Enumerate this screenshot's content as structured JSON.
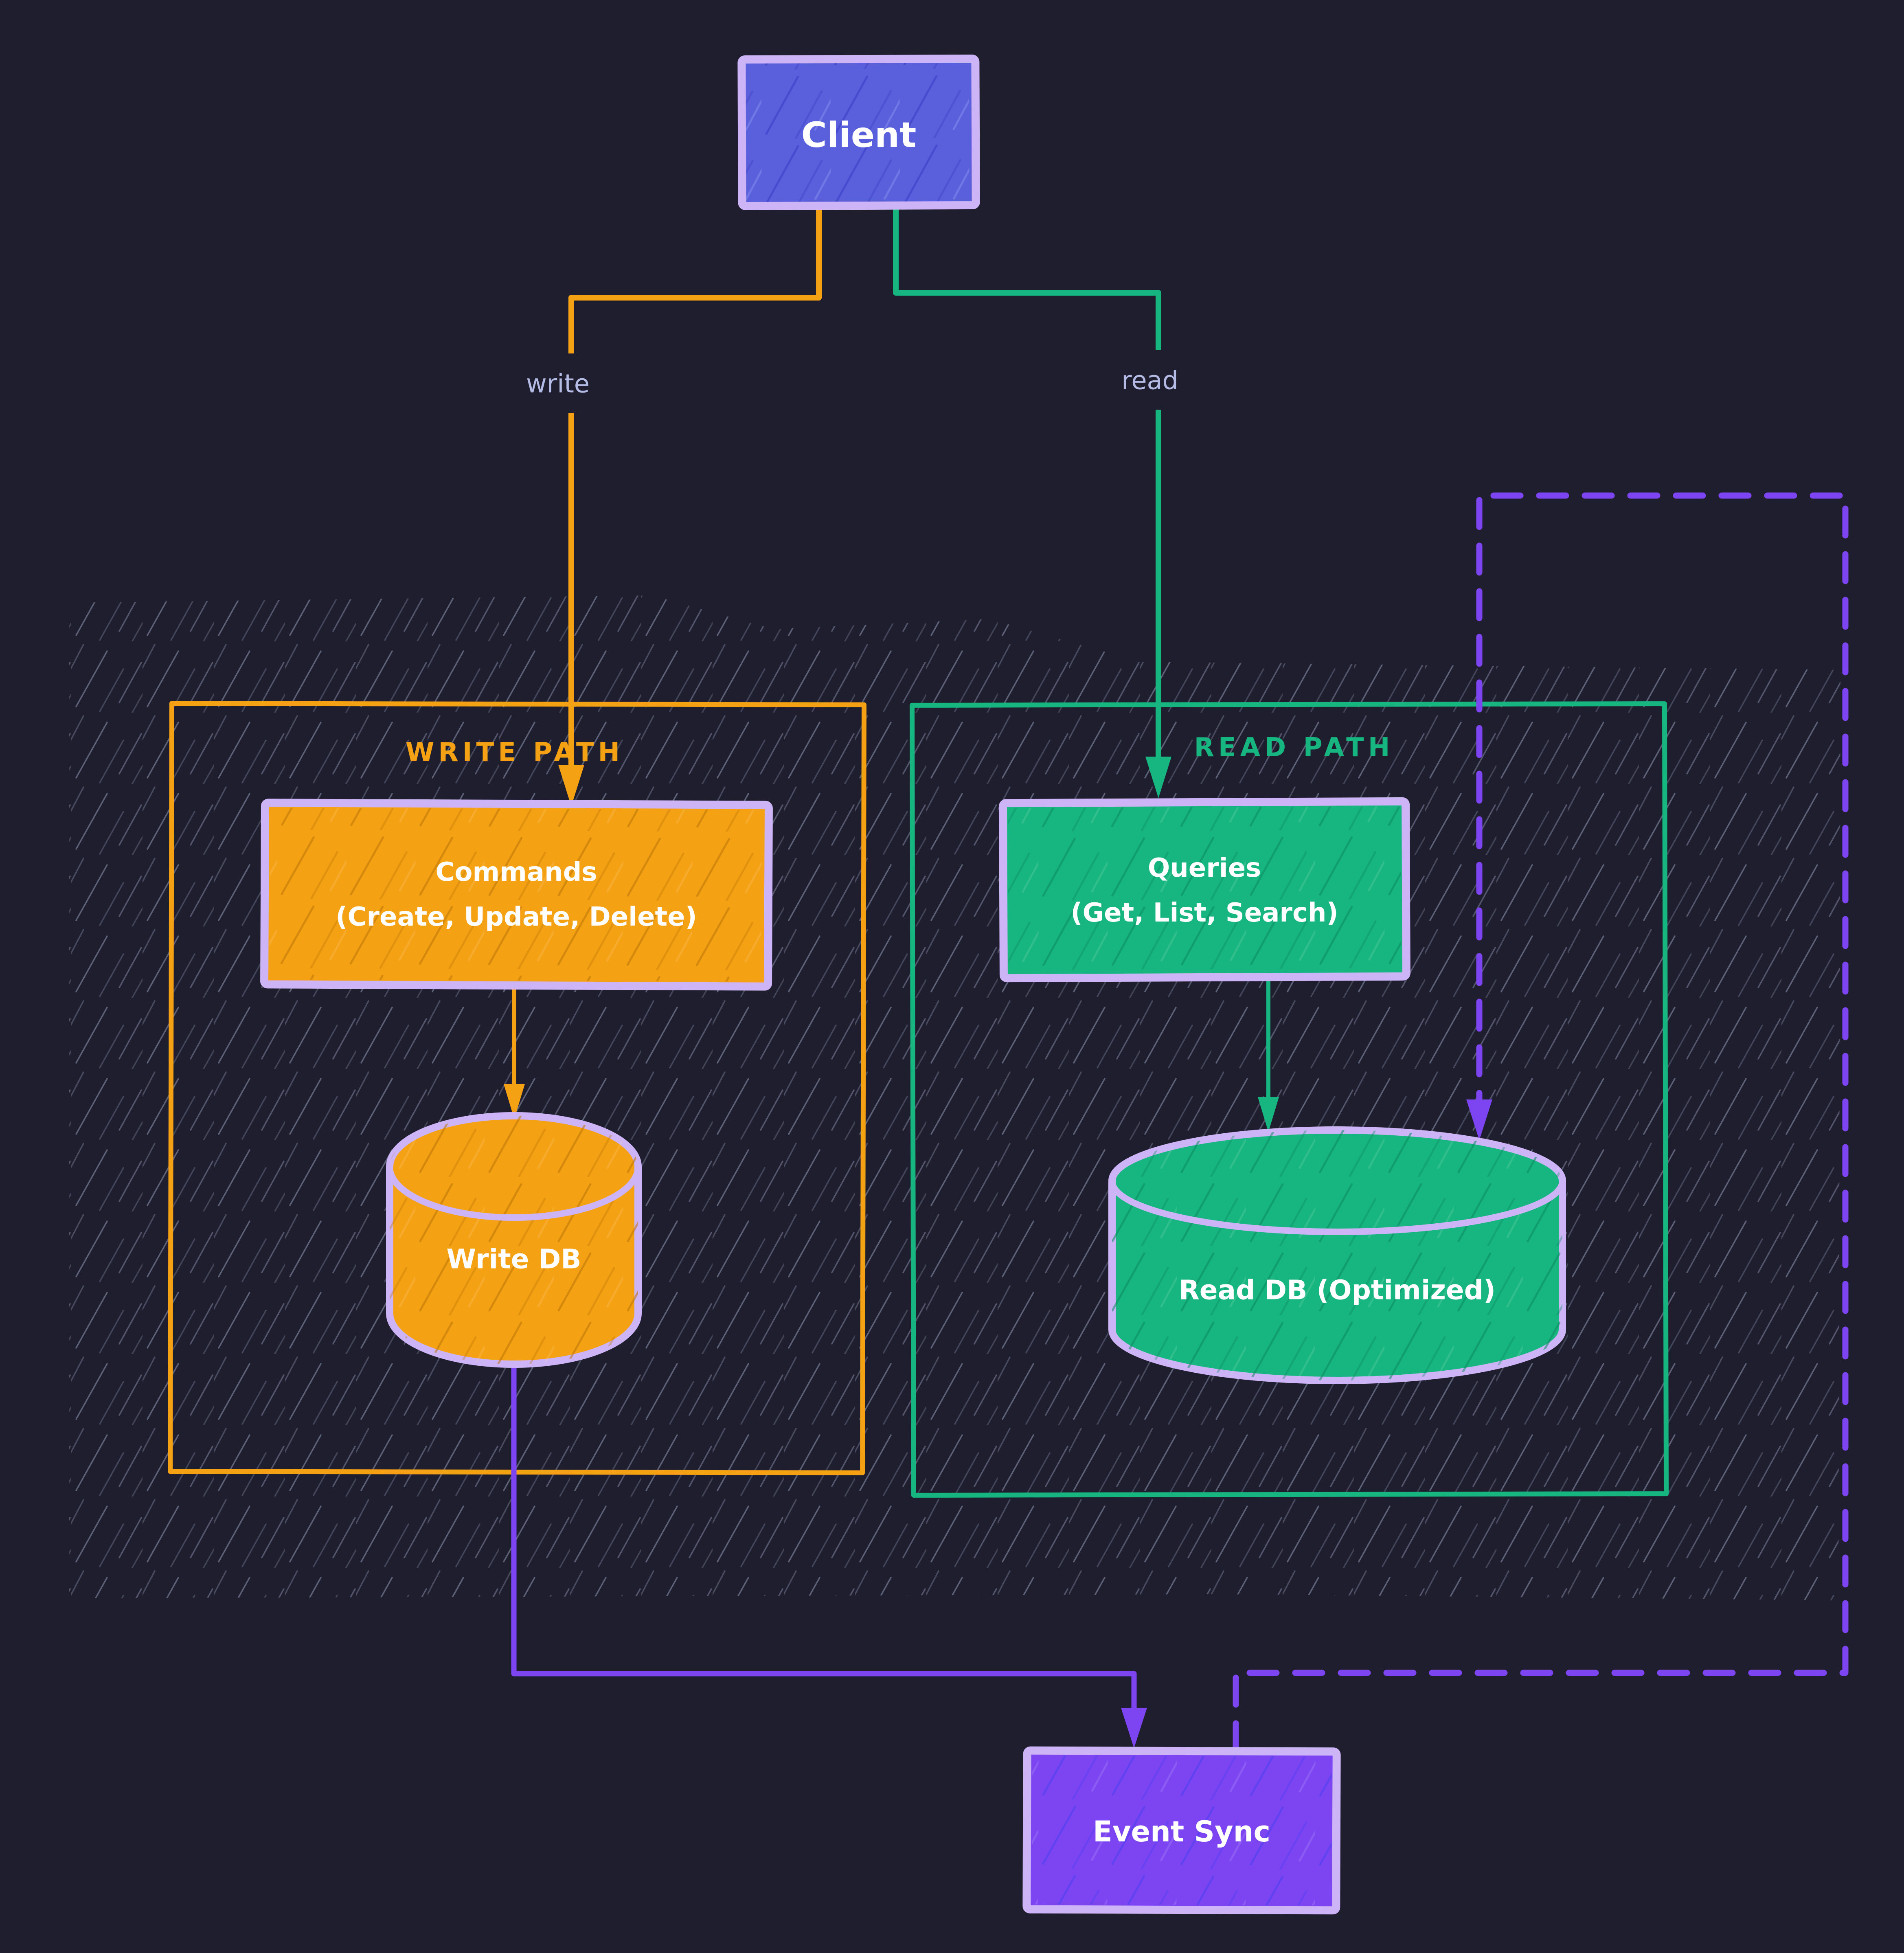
{
  "colors": {
    "background": "#1e1e2e",
    "lavender": "#cdb4f6",
    "blue": "#5a5fdb",
    "orange": "#f5a114",
    "green": "#17b57f",
    "purple": "#7d44f2",
    "muted": "#b4bce6",
    "white": "#ffffff",
    "hatch": "#9aa3c0"
  },
  "nodes": {
    "client": {
      "label": "Client"
    },
    "commands": {
      "title": "Commands",
      "subtitle": "(Create, Update, Delete)"
    },
    "queries": {
      "title": "Queries",
      "subtitle": "(Get, List, Search)"
    },
    "write_db": {
      "label": "Write DB"
    },
    "read_db": {
      "label": "Read DB (Optimized)"
    },
    "event_sync": {
      "label": "Event Sync"
    }
  },
  "groups": {
    "write_path": {
      "label": "WRITE PATH"
    },
    "read_path": {
      "label": "READ PATH"
    }
  },
  "edges": {
    "client_write": {
      "label": "write"
    },
    "client_read": {
      "label": "read"
    }
  }
}
